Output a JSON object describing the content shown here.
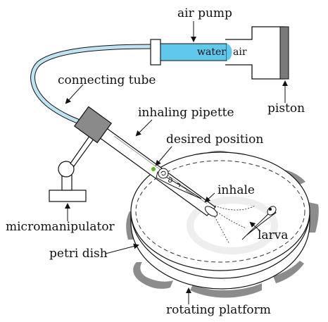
{
  "labels": {
    "air_pump": "air pump",
    "water": "water",
    "air": "air",
    "piston": "piston",
    "connecting_tube": "connecting tube",
    "inhaling_pipette": "inhaling pipette",
    "desired_position": "desired position",
    "inhale": "inhale",
    "larva": "larva",
    "micromanipulator": "micromanipulator",
    "petri_dish": "petri dish",
    "rotating_platform": "rotating platform"
  },
  "colors": {
    "water": "#5fc8ec",
    "tube": "#bfe3f2",
    "pipette_holder": "#8a8a8a",
    "piston": "#7a7a7a",
    "platform": "#8c8c8c",
    "desired_position_marker": "#58b81c"
  }
}
